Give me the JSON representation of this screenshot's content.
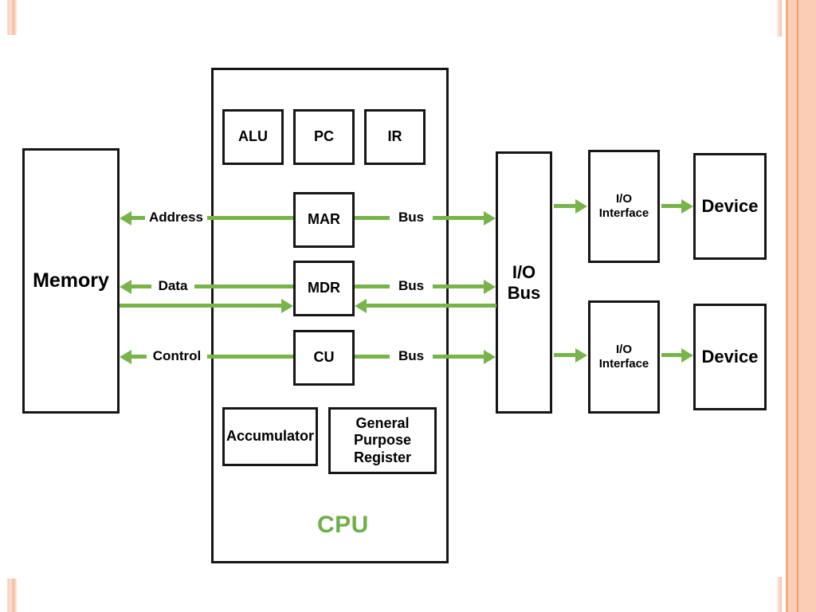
{
  "diagram": {
    "title": "CPU / Memory / I-O block diagram",
    "cpu_caption": "CPU",
    "accent_color": "#79b44b",
    "cpu_label_color": "#6fae48",
    "box_border_color": "#161616",
    "slide_accent_color": "#fbcdb5"
  },
  "memory": {
    "label": "Memory"
  },
  "cpu_registers": {
    "alu": "ALU",
    "pc": "PC",
    "ir": "IR",
    "mar": "MAR",
    "mdr": "MDR",
    "cu": "CU",
    "accumulator": "Accumulator",
    "general_purpose_register": "General\nPurpose\nRegister",
    "gpr_line1": "General",
    "gpr_line2": "Purpose",
    "gpr_line3": "Register"
  },
  "io": {
    "bus_line1": "I/O",
    "bus_line2": "Bus",
    "interface_line1": "I/O",
    "interface_line2": "Interface",
    "device": "Device"
  },
  "bus_labels": {
    "address": "Address",
    "data": "Data",
    "control": "Control",
    "bus": "Bus"
  },
  "connections": [
    {
      "name": "memory-address-bus",
      "label": "Address",
      "from": "MAR",
      "to": "Memory",
      "direction": "left"
    },
    {
      "name": "memory-data-bus-out",
      "label": "Data",
      "from": "MDR",
      "to": "Memory",
      "direction": "left"
    },
    {
      "name": "memory-data-bus-in",
      "label": "",
      "from": "Memory",
      "to": "MDR",
      "direction": "right"
    },
    {
      "name": "memory-control-bus",
      "label": "Control",
      "from": "CU",
      "to": "Memory",
      "direction": "left"
    },
    {
      "name": "mar-io-bus",
      "label": "Bus",
      "from": "MAR",
      "to": "I/O Bus",
      "direction": "right"
    },
    {
      "name": "mdr-io-bus-out",
      "label": "Bus",
      "from": "MDR",
      "to": "I/O Bus",
      "direction": "right"
    },
    {
      "name": "mdr-io-bus-in",
      "label": "",
      "from": "I/O Bus",
      "to": "MDR",
      "direction": "left"
    },
    {
      "name": "cu-io-bus",
      "label": "Bus",
      "from": "CU",
      "to": "I/O Bus",
      "direction": "right"
    },
    {
      "name": "io-bus-to-interface-top",
      "label": "",
      "from": "I/O Bus",
      "to": "I/O Interface",
      "direction": "right"
    },
    {
      "name": "interface-to-device-top",
      "label": "",
      "from": "I/O Interface",
      "to": "Device",
      "direction": "right"
    },
    {
      "name": "io-bus-to-interface-bottom",
      "label": "",
      "from": "I/O Bus",
      "to": "I/O Interface",
      "direction": "right"
    },
    {
      "name": "interface-to-device-bottom",
      "label": "",
      "from": "I/O Interface",
      "to": "Device",
      "direction": "right"
    }
  ]
}
